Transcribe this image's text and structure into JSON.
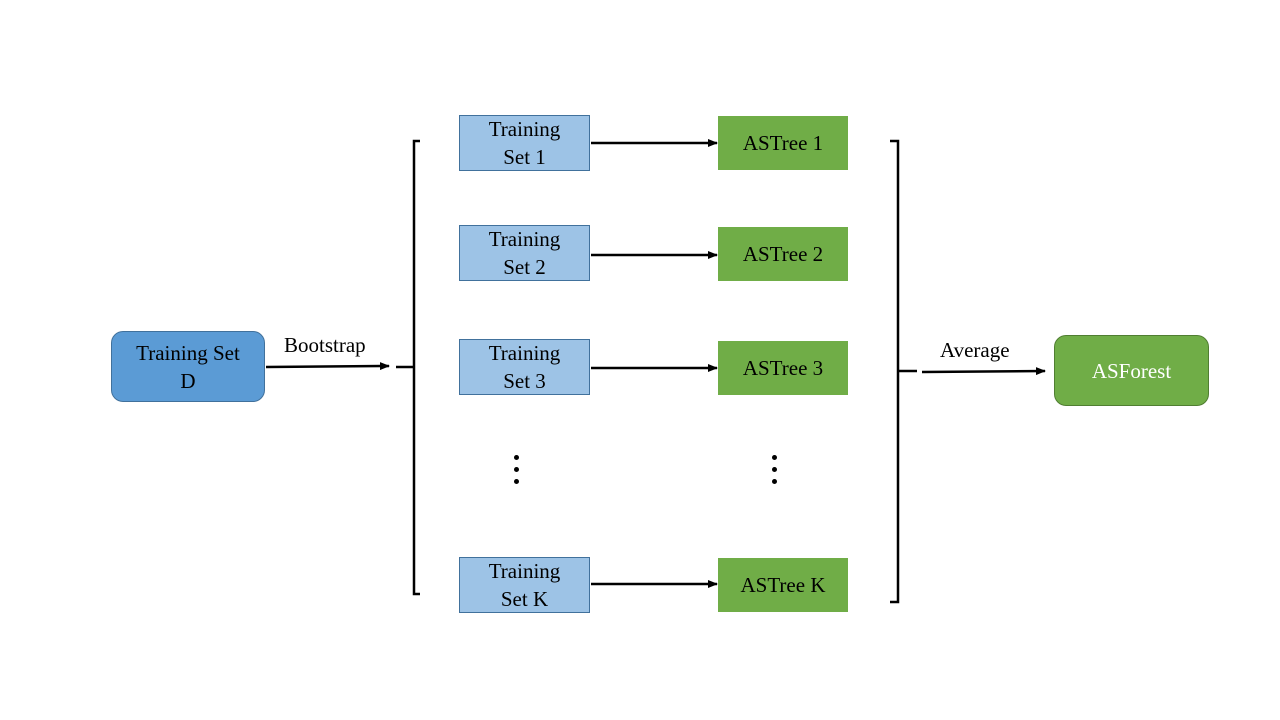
{
  "diagram": {
    "source": {
      "label": "Training Set\nD",
      "fill": "#5b9bd5",
      "border": "#41719c"
    },
    "bootstrap_label": "Bootstrap",
    "training_sets": [
      {
        "label": "Training\nSet 1"
      },
      {
        "label": "Training\nSet 2"
      },
      {
        "label": "Training\nSet 3"
      },
      {
        "label": "Training\nSet K"
      }
    ],
    "trees": [
      {
        "label": "ASTree 1"
      },
      {
        "label": "ASTree 2"
      },
      {
        "label": "ASTree 3"
      },
      {
        "label": "ASTree K"
      }
    ],
    "average_label": "Average",
    "result": {
      "label": "ASForest",
      "fill": "#70ad47",
      "text_color": "#ffffff"
    },
    "colors": {
      "training_set_fill": "#9dc3e6",
      "tree_fill": "#70ad47",
      "line": "#000000"
    },
    "ellipsis_icon": "vertical-ellipsis-icon"
  }
}
